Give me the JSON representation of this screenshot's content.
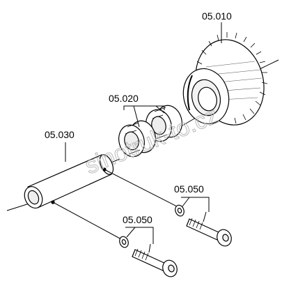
{
  "labels": {
    "gear": "05.010",
    "bearings": "05.020",
    "shaft": "05.030",
    "bolt_upper": "05.050",
    "bolt_lower": "05.050"
  },
  "watermark": "sinotruk-to.cz",
  "colors": {
    "ink": "#000000",
    "watermark": "#b9b9b9",
    "background": "#ffffff"
  }
}
